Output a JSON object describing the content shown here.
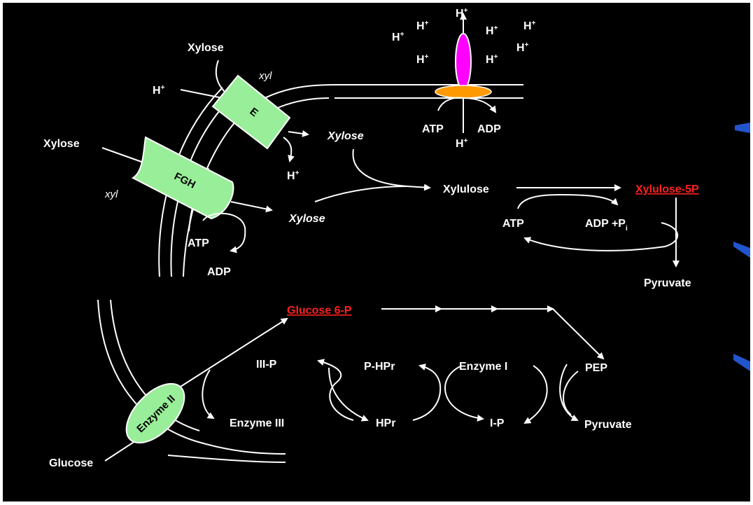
{
  "colors": {
    "background": "#000000",
    "frame": "#ffffff",
    "transporter_fill": "#99ee99",
    "pump_rotor": "#ff00ff",
    "pump_base": "#ff9900",
    "highlight_text": "#ff2020",
    "side_bars": "#2255cc"
  },
  "xylose_uptake": {
    "xylose_top": "Xylose",
    "xylose_left": "Xylose",
    "xyl_label_1": "xyl",
    "xyl_label_2": "xyl",
    "h_plus_in": "H",
    "h_plus_out": "H",
    "sup_plus": "+",
    "transporter_e": "E",
    "transporter_fgh": "FGH",
    "xylose_e_product": "Xylose",
    "xylose_fgh_product": "Xylose",
    "atp": "ATP",
    "adp": "ADP"
  },
  "proton_pump": {
    "h_plus": "H",
    "sup_plus": "+",
    "atp": "ATP",
    "adp": "ADP"
  },
  "xylulose_pathway": {
    "xylulose": "Xylulose",
    "xylulose_5p": "Xylulose-5P",
    "atp": "ATP",
    "adp_pi": "ADP +P",
    "pi_sub": "i",
    "pyruvate": "Pyruvate"
  },
  "pts_system": {
    "enzyme_ii": "Enzyme II",
    "glucose": "Glucose",
    "glucose_6p": "Glucose 6-P",
    "iii_p": "III-P",
    "enzyme_iii": "Enzyme III",
    "p_hpr": "P-HPr",
    "hpr": "HPr",
    "enzyme_i": "Enzyme I",
    "i_p": "I-P",
    "pep": "PEP",
    "pyruvate": "Pyruvate"
  }
}
